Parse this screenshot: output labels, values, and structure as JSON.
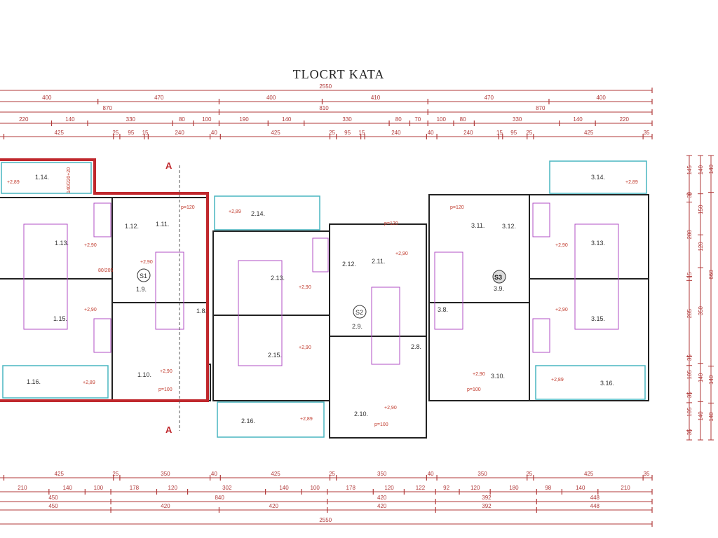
{
  "title": "TLOCRT KATA",
  "dimensions": {
    "top_rows": [
      [
        "2550"
      ],
      [
        "400",
        "470",
        "400",
        "410",
        "470",
        "400"
      ],
      [
        "870",
        "810",
        "870"
      ],
      [
        "220",
        "140",
        "330",
        "80",
        "100",
        "190",
        "140",
        "330",
        "80",
        "70",
        "100",
        "80",
        "330",
        "140",
        "220"
      ],
      [
        "425",
        "25",
        "95",
        "15",
        "240",
        "40",
        "425",
        "25",
        "95",
        "15",
        "240",
        "40",
        "240",
        "15",
        "95",
        "25",
        "425",
        "35"
      ]
    ],
    "bottom_rows": [
      [
        "425",
        "25",
        "350",
        "40",
        "425",
        "25",
        "350",
        "40",
        "350",
        "25",
        "425",
        "35"
      ],
      [
        "210",
        "140",
        "100",
        "178",
        "120",
        "302",
        "140",
        "100",
        "178",
        "120",
        "122",
        "92",
        "120",
        "180",
        "98",
        "140",
        "210"
      ],
      [
        "450",
        "840",
        "420",
        "392",
        "448"
      ],
      [
        "450",
        "420",
        "420",
        "420",
        "392",
        "448"
      ],
      [
        "2550"
      ]
    ],
    "right_columns": [
      [
        "145",
        "30",
        "280",
        "15",
        "285",
        "35",
        "105",
        "35",
        "105",
        "35"
      ],
      [
        "140",
        "150",
        "120",
        "350",
        "140",
        "140"
      ],
      [
        "140",
        "660",
        "140",
        "140"
      ]
    ]
  },
  "rooms": {
    "unit1": [
      "1.14.",
      "1.13.",
      "1.15.",
      "1.16.",
      "1.12.",
      "1.11.",
      "1.9.",
      "1.10.",
      "1.8."
    ],
    "unit2": [
      "2.14.",
      "2.13.",
      "2.15.",
      "2.16.",
      "2.12.",
      "2.11.",
      "2.9.",
      "2.10.",
      "2.8."
    ],
    "unit3": [
      "3.14.",
      "3.13.",
      "3.15.",
      "3.16.",
      "3.11.",
      "3.12.",
      "3.9.",
      "3.10.",
      "3.8."
    ]
  },
  "stairs": [
    "S1",
    "S2",
    "S3"
  ],
  "section_mark": "A",
  "elevations": {
    "balcony": "+2,89",
    "interior": "+2,90"
  },
  "openings": [
    "p=120",
    "p=100",
    "80/205",
    "140/220+20"
  ],
  "colors": {
    "dimension": "#b03a3a",
    "outline": "#c0282d",
    "balcony": "#49b5c0",
    "furniture": "#b04fc4"
  }
}
